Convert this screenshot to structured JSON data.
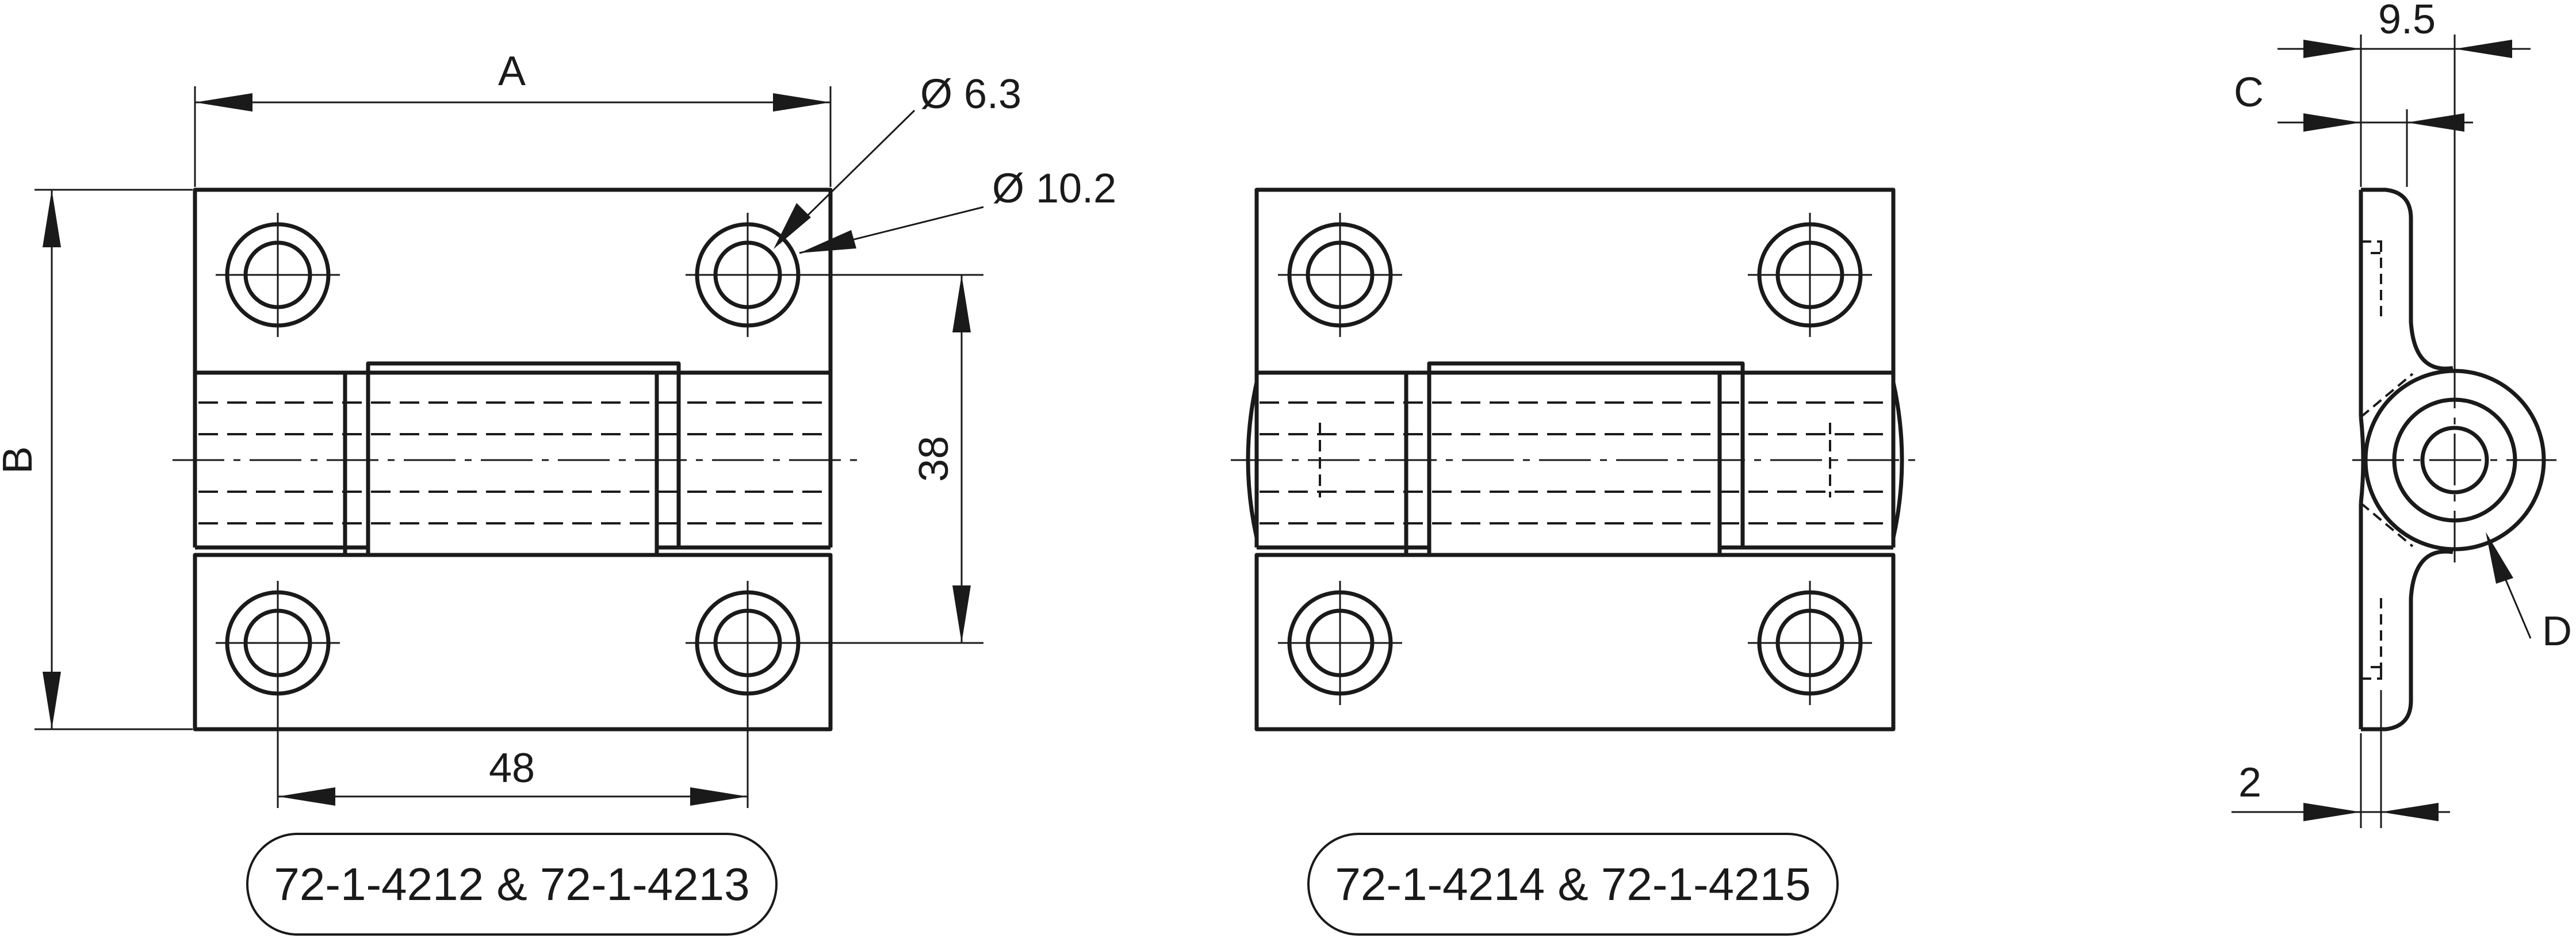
{
  "dimensions": {
    "A": "A",
    "B": "B",
    "C": "C",
    "D": "D",
    "hole_small": "Ø 6.3",
    "hole_large": "Ø 10.2",
    "height_38": "38",
    "width_48": "48",
    "side_9_5": "9.5",
    "side_2": "2"
  },
  "captions": {
    "left": "72-1-4212 & 72-1-4213",
    "middle": "72-1-4214 & 72-1-4215"
  }
}
